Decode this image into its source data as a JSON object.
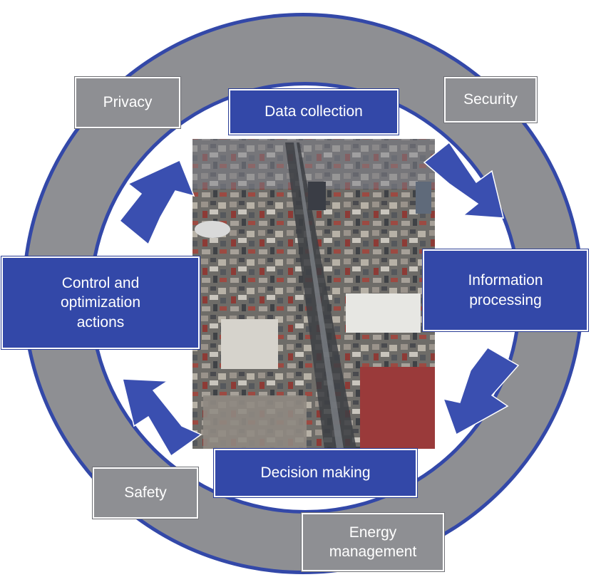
{
  "diagram": {
    "stages": {
      "data_collection": "Data collection",
      "information_processing": "Information\nprocessing",
      "decision_making": "Decision making",
      "control_actions": "Control and\noptimization\nactions"
    },
    "concerns": {
      "privacy": "Privacy",
      "security": "Security",
      "safety": "Safety",
      "energy_management": "Energy\nmanagement"
    },
    "colors": {
      "ring_gray": "#8e8f93",
      "ring_border_blue": "#3348a8",
      "stage_blue": "#3348a8",
      "concern_gray": "#8e8f93",
      "arrow_blue": "#3a4fb0"
    },
    "center_image": "aerial-city-photo"
  }
}
